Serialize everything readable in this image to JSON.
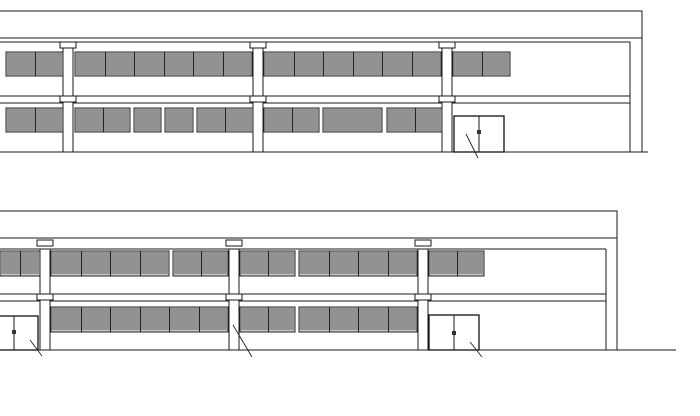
{
  "drawing": {
    "kind": "building elevation line drawing",
    "line_color": "#1a1a1a",
    "louver_color": "#c9c9c9",
    "background": "#ffffff",
    "elevations": [
      {
        "id": "upper",
        "upper_window_panels": [
          2,
          6,
          6,
          2
        ],
        "lower_window_panels": [
          2,
          2,
          1,
          1,
          2,
          2,
          1,
          2
        ],
        "doors": 1
      },
      {
        "id": "lower",
        "upper_window_panels": [
          2,
          4,
          2,
          2,
          4,
          2
        ],
        "lower_window_panels": [
          6,
          2,
          4
        ],
        "doors": 2
      }
    ]
  }
}
